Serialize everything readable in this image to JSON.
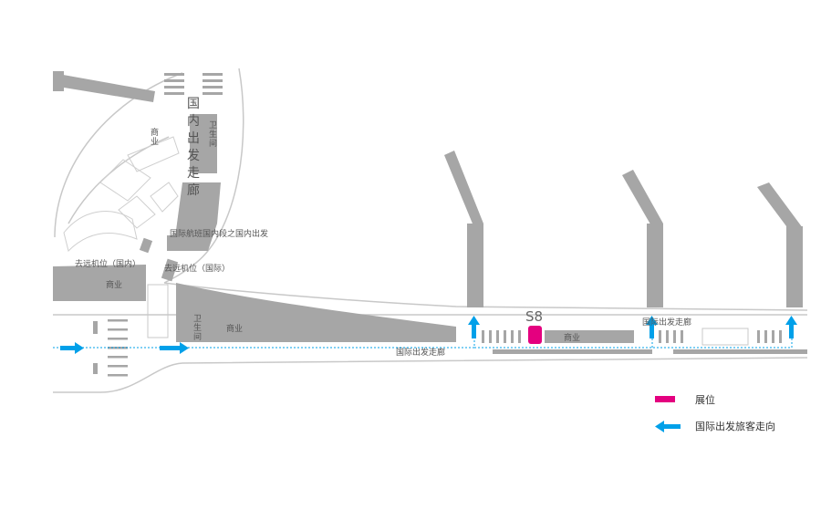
{
  "map": {
    "labels": {
      "domestic_corridor_1": "国",
      "domestic_corridor_2": "内",
      "domestic_corridor_3": "出",
      "domestic_corridor_4": "发",
      "domestic_corridor_5": "走",
      "domestic_corridor_6": "廊",
      "restroom_top_1": "卫",
      "restroom_top_2": "生",
      "restroom_top_3": "间",
      "commerce_top_1": "商",
      "commerce_top_2": "业",
      "transfer_note": "国际航班国内段之国内出发",
      "remote_domestic": "去远机位（国内）",
      "remote_international": "去远机位（国际）",
      "commerce_left": "商业",
      "restroom_mid_1": "卫",
      "restroom_mid_2": "生",
      "restroom_mid_3": "间",
      "commerce_mid": "商业",
      "booth_code": "S8",
      "commerce_right": "商业",
      "intl_corridor_upper": "国际出发走廊",
      "intl_corridor_lower": "国际出发走廊"
    },
    "colors": {
      "building": "#a6a6a6",
      "booth": "#e4007f",
      "flow": "#00a0e9",
      "line": "#bdbdbd"
    }
  },
  "legend": {
    "booth_label": "展位",
    "flow_label": "国际出发旅客走向"
  }
}
